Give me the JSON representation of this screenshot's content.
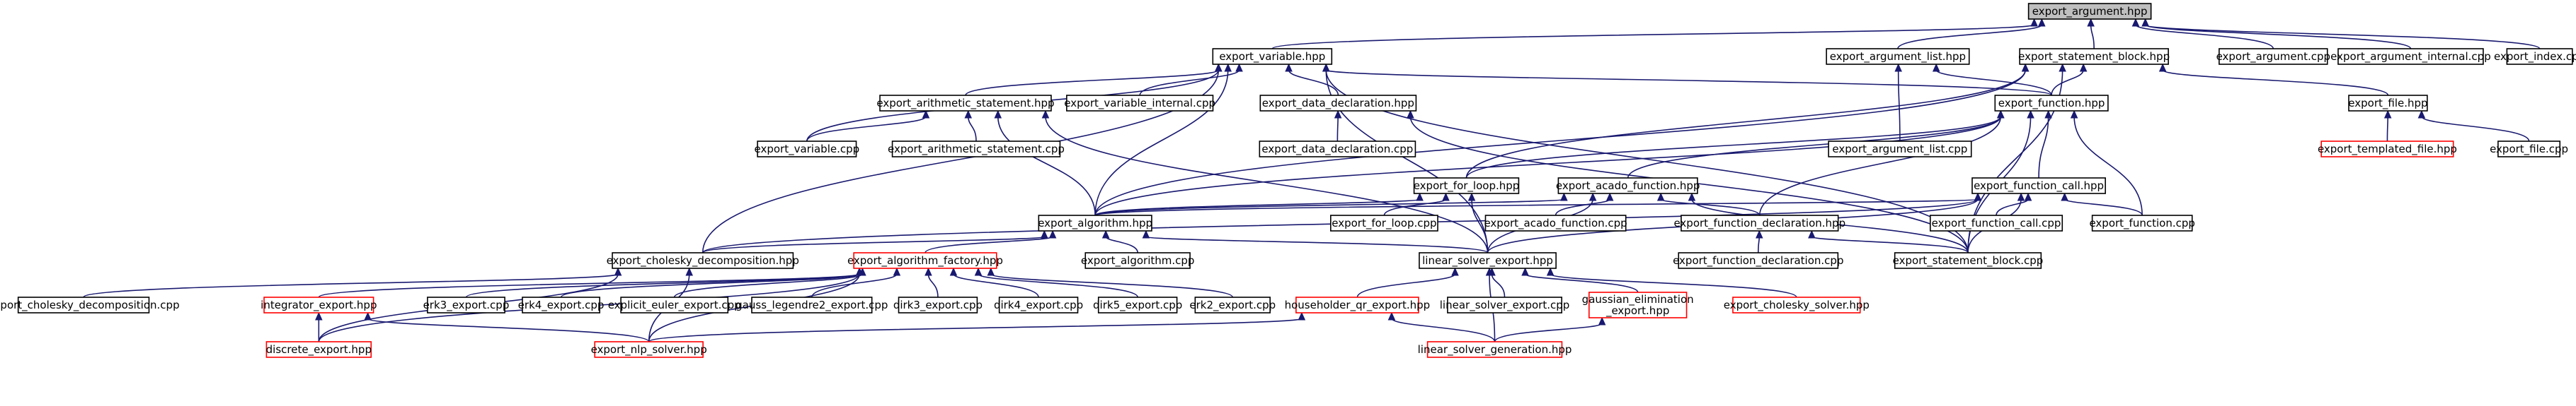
{
  "colors": {
    "edge": "#191970",
    "node_border": "#000000",
    "node_border_missing": "#ff0000",
    "focus_fill": "#bfbfbf",
    "background": "#ffffff"
  },
  "nodes": [
    {
      "id": "export_argument_hpp",
      "label": "export_argument.hpp",
      "focus": true
    },
    {
      "id": "export_variable_hpp",
      "label": "export_variable.hpp"
    },
    {
      "id": "export_argument_list_hpp",
      "label": "export_argument_list.hpp"
    },
    {
      "id": "export_statement_block_hpp",
      "label": "export_statement_block.hpp"
    },
    {
      "id": "export_argument_cpp",
      "label": "export_argument.cpp"
    },
    {
      "id": "export_argument_internal_cpp",
      "label": "export_argument_internal.cpp"
    },
    {
      "id": "export_index_cpp",
      "label": "export_index.cpp"
    },
    {
      "id": "export_arithmetic_statement_hpp",
      "label": "export_arithmetic_statement.hpp"
    },
    {
      "id": "export_variable_internal_cpp",
      "label": "export_variable_internal.cpp"
    },
    {
      "id": "export_data_declaration_hpp",
      "label": "export_data_declaration.hpp"
    },
    {
      "id": "export_argument_list_cpp",
      "label": "export_argument_list.cpp"
    },
    {
      "id": "export_function_hpp",
      "label": "export_function.hpp"
    },
    {
      "id": "export_file_hpp",
      "label": "export_file.hpp"
    },
    {
      "id": "export_variable_cpp",
      "label": "export_variable.cpp"
    },
    {
      "id": "export_arithmetic_statement_cpp",
      "label": "export_arithmetic_statement.cpp"
    },
    {
      "id": "export_data_declaration_cpp",
      "label": "export_data_declaration.cpp"
    },
    {
      "id": "export_templated_file_hpp",
      "label": "export_templated_file.hpp",
      "missing": true
    },
    {
      "id": "export_file_cpp",
      "label": "export_file.cpp"
    },
    {
      "id": "export_for_loop_hpp",
      "label": "export_for_loop.hpp"
    },
    {
      "id": "export_acado_function_hpp",
      "label": "export_acado_function.hpp"
    },
    {
      "id": "export_function_call_hpp",
      "label": "export_function_call.hpp"
    },
    {
      "id": "export_algorithm_hpp",
      "label": "export_algorithm.hpp"
    },
    {
      "id": "export_for_loop_cpp",
      "label": "export_for_loop.cpp"
    },
    {
      "id": "export_acado_function_cpp",
      "label": "export_acado_function.cpp"
    },
    {
      "id": "export_function_declaration_hpp",
      "label": "export_function_declaration.hpp"
    },
    {
      "id": "export_function_call_cpp",
      "label": "export_function_call.cpp"
    },
    {
      "id": "export_function_cpp",
      "label": "export_function.cpp"
    },
    {
      "id": "export_cholesky_decomposition_hpp",
      "label": "export_cholesky_decomposition.hpp"
    },
    {
      "id": "export_algorithm_factory_hpp",
      "label": "export_algorithm_factory.hpp",
      "missing": true
    },
    {
      "id": "export_algorithm_cpp",
      "label": "export_algorithm.cpp"
    },
    {
      "id": "linear_solver_export_hpp",
      "label": "linear_solver_export.hpp"
    },
    {
      "id": "export_function_declaration_cpp",
      "label": "export_function_declaration.cpp"
    },
    {
      "id": "export_statement_block_cpp",
      "label": "export_statement_block.cpp"
    },
    {
      "id": "export_cholesky_decomposition_cpp",
      "label": "export_cholesky_decomposition.cpp"
    },
    {
      "id": "integrator_export_hpp",
      "label": "integrator_export.hpp",
      "missing": true
    },
    {
      "id": "erk3_export_cpp",
      "label": "erk3_export.cpp"
    },
    {
      "id": "erk4_export_cpp",
      "label": "erk4_export.cpp"
    },
    {
      "id": "explicit_euler_export_cpp",
      "label": "explicit_euler_export.cpp"
    },
    {
      "id": "gauss_legendre2_export_cpp",
      "label": "gauss_legendre2_export.cpp"
    },
    {
      "id": "dirk3_export_cpp",
      "label": "dirk3_export.cpp"
    },
    {
      "id": "dirk4_export_cpp",
      "label": "dirk4_export.cpp"
    },
    {
      "id": "dirk5_export_cpp",
      "label": "dirk5_export.cpp"
    },
    {
      "id": "erk2_export_cpp",
      "label": "erk2_export.cpp"
    },
    {
      "id": "householder_qr_export_hpp",
      "label": "householder_qr_export.hpp",
      "missing": true
    },
    {
      "id": "linear_solver_export_cpp",
      "label": "linear_solver_export.cpp"
    },
    {
      "id": "gaussian_elimination_export_hpp",
      "label": [
        "gaussian_elimination",
        "_export.hpp"
      ],
      "missing": true
    },
    {
      "id": "export_cholesky_solver_hpp",
      "label": "export_cholesky_solver.hpp",
      "missing": true
    },
    {
      "id": "discrete_export_hpp",
      "label": "discrete_export.hpp",
      "missing": true
    },
    {
      "id": "export_nlp_solver_hpp",
      "label": "export_nlp_solver.hpp",
      "missing": true
    },
    {
      "id": "linear_solver_generation_hpp",
      "label": "linear_solver_generation.hpp",
      "missing": true
    }
  ],
  "edges": [
    [
      "export_argument_hpp",
      "export_variable_hpp"
    ],
    [
      "export_argument_hpp",
      "export_argument_list_hpp"
    ],
    [
      "export_argument_hpp",
      "export_statement_block_hpp"
    ],
    [
      "export_argument_hpp",
      "export_argument_cpp"
    ],
    [
      "export_argument_hpp",
      "export_argument_internal_cpp"
    ],
    [
      "export_argument_hpp",
      "export_index_cpp"
    ],
    [
      "export_variable_hpp",
      "export_arithmetic_statement_hpp"
    ],
    [
      "export_variable_hpp",
      "export_variable_internal_cpp"
    ],
    [
      "export_variable_hpp",
      "export_data_declaration_hpp"
    ],
    [
      "export_variable_hpp",
      "export_variable_cpp"
    ],
    [
      "export_variable_hpp",
      "export_function_hpp"
    ],
    [
      "export_variable_hpp",
      "export_algorithm_hpp"
    ],
    [
      "export_variable_hpp",
      "export_cholesky_decomposition_hpp"
    ],
    [
      "export_variable_hpp",
      "linear_solver_export_hpp"
    ],
    [
      "export_variable_hpp",
      "export_statement_block_cpp"
    ],
    [
      "export_argument_list_hpp",
      "export_argument_list_cpp"
    ],
    [
      "export_argument_list_hpp",
      "export_function_hpp"
    ],
    [
      "export_statement_block_hpp",
      "export_function_hpp"
    ],
    [
      "export_statement_block_hpp",
      "export_file_hpp"
    ],
    [
      "export_statement_block_hpp",
      "export_for_loop_hpp"
    ],
    [
      "export_statement_block_hpp",
      "export_algorithm_hpp"
    ],
    [
      "export_statement_block_hpp",
      "export_statement_block_cpp"
    ],
    [
      "export_arithmetic_statement_hpp",
      "export_variable_cpp"
    ],
    [
      "export_arithmetic_statement_hpp",
      "export_arithmetic_statement_cpp"
    ],
    [
      "export_arithmetic_statement_hpp",
      "export_algorithm_hpp"
    ],
    [
      "export_arithmetic_statement_hpp",
      "linear_solver_export_hpp"
    ],
    [
      "export_data_declaration_hpp",
      "export_data_declaration_cpp"
    ],
    [
      "export_data_declaration_hpp",
      "export_statement_block_cpp"
    ],
    [
      "export_function_hpp",
      "export_for_loop_hpp"
    ],
    [
      "export_function_hpp",
      "export_acado_function_hpp"
    ],
    [
      "export_function_hpp",
      "export_function_call_hpp"
    ],
    [
      "export_function_hpp",
      "export_function_declaration_hpp"
    ],
    [
      "export_function_hpp",
      "export_function_cpp"
    ],
    [
      "export_function_hpp",
      "export_algorithm_hpp"
    ],
    [
      "export_function_hpp",
      "export_statement_block_cpp"
    ],
    [
      "export_file_hpp",
      "export_templated_file_hpp"
    ],
    [
      "export_file_hpp",
      "export_file_cpp"
    ],
    [
      "export_for_loop_hpp",
      "export_for_loop_cpp"
    ],
    [
      "export_for_loop_hpp",
      "export_algorithm_hpp"
    ],
    [
      "export_for_loop_hpp",
      "linear_solver_export_hpp"
    ],
    [
      "export_acado_function_hpp",
      "export_acado_function_cpp"
    ],
    [
      "export_acado_function_hpp",
      "export_function_declaration_hpp"
    ],
    [
      "export_acado_function_hpp",
      "export_algorithm_hpp"
    ],
    [
      "export_acado_function_hpp",
      "linear_solver_export_hpp"
    ],
    [
      "export_acado_function_hpp",
      "export_statement_block_cpp"
    ],
    [
      "export_function_call_hpp",
      "export_function_call_cpp"
    ],
    [
      "export_function_call_hpp",
      "export_function_cpp"
    ],
    [
      "export_function_call_hpp",
      "export_algorithm_hpp"
    ],
    [
      "export_function_call_hpp",
      "linear_solver_export_hpp"
    ],
    [
      "export_function_call_hpp",
      "export_statement_block_cpp"
    ],
    [
      "export_function_call_hpp",
      "export_cholesky_decomposition_hpp"
    ],
    [
      "export_function_declaration_hpp",
      "export_function_declaration_cpp"
    ],
    [
      "export_function_declaration_hpp",
      "export_statement_block_cpp"
    ],
    [
      "export_algorithm_hpp",
      "export_cholesky_decomposition_hpp"
    ],
    [
      "export_algorithm_hpp",
      "export_algorithm_factory_hpp"
    ],
    [
      "export_algorithm_hpp",
      "export_algorithm_cpp"
    ],
    [
      "export_algorithm_hpp",
      "linear_solver_export_hpp"
    ],
    [
      "export_cholesky_decomposition_hpp",
      "export_cholesky_decomposition_cpp"
    ],
    [
      "export_cholesky_decomposition_hpp",
      "discrete_export_hpp"
    ],
    [
      "export_cholesky_decomposition_hpp",
      "export_nlp_solver_hpp"
    ],
    [
      "export_algorithm_factory_hpp",
      "integrator_export_hpp"
    ],
    [
      "export_algorithm_factory_hpp",
      "erk3_export_cpp"
    ],
    [
      "export_algorithm_factory_hpp",
      "erk4_export_cpp"
    ],
    [
      "export_algorithm_factory_hpp",
      "explicit_euler_export_cpp"
    ],
    [
      "export_algorithm_factory_hpp",
      "gauss_legendre2_export_cpp"
    ],
    [
      "export_algorithm_factory_hpp",
      "dirk3_export_cpp"
    ],
    [
      "export_algorithm_factory_hpp",
      "dirk4_export_cpp"
    ],
    [
      "export_algorithm_factory_hpp",
      "dirk5_export_cpp"
    ],
    [
      "export_algorithm_factory_hpp",
      "erk2_export_cpp"
    ],
    [
      "export_algorithm_factory_hpp",
      "discrete_export_hpp"
    ],
    [
      "export_algorithm_factory_hpp",
      "export_nlp_solver_hpp"
    ],
    [
      "integrator_export_hpp",
      "discrete_export_hpp"
    ],
    [
      "integrator_export_hpp",
      "export_nlp_solver_hpp"
    ],
    [
      "linear_solver_export_hpp",
      "householder_qr_export_hpp"
    ],
    [
      "linear_solver_export_hpp",
      "linear_solver_export_cpp"
    ],
    [
      "linear_solver_export_hpp",
      "gaussian_elimination_export_hpp"
    ],
    [
      "linear_solver_export_hpp",
      "export_cholesky_solver_hpp"
    ],
    [
      "linear_solver_export_hpp",
      "linear_solver_generation_hpp"
    ],
    [
      "householder_qr_export_hpp",
      "export_nlp_solver_hpp"
    ],
    [
      "householder_qr_export_hpp",
      "linear_solver_generation_hpp"
    ],
    [
      "gaussian_elimination_export_hpp",
      "linear_solver_generation_hpp"
    ]
  ]
}
